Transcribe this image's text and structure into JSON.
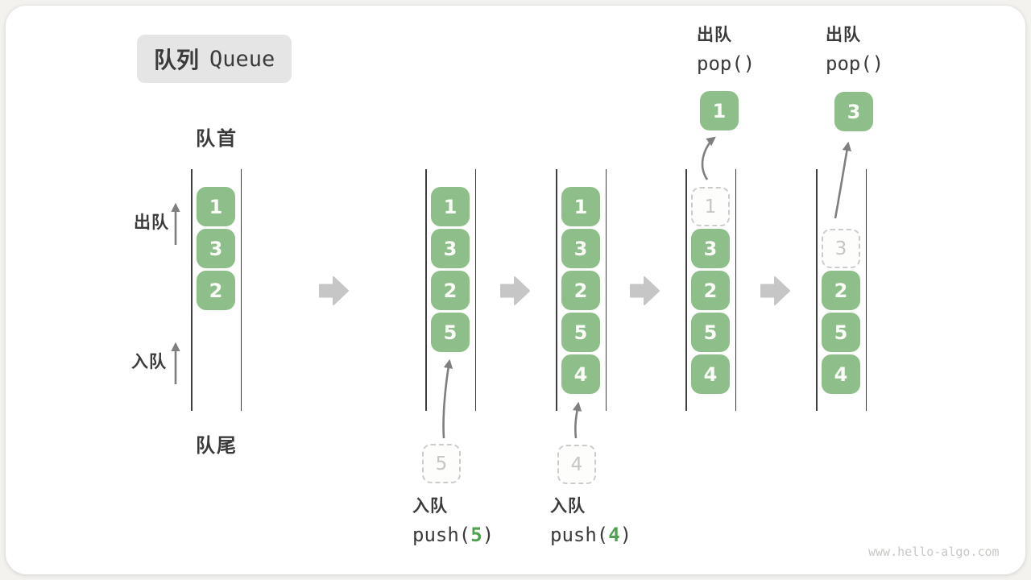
{
  "title": {
    "zh": "队列",
    "en": "Queue"
  },
  "labels": {
    "front": "队首",
    "rear": "队尾",
    "side_dequeue": "出队",
    "side_enqueue": "入队"
  },
  "queues": [
    {
      "name": "state-initial",
      "cells": [
        {
          "value": "1",
          "state": "filled"
        },
        {
          "value": "3",
          "state": "filled"
        },
        {
          "value": "2",
          "state": "filled"
        }
      ]
    },
    {
      "name": "state-push-5",
      "cells": [
        {
          "value": "1",
          "state": "filled"
        },
        {
          "value": "3",
          "state": "filled"
        },
        {
          "value": "2",
          "state": "filled"
        },
        {
          "value": "5",
          "state": "filled"
        }
      ],
      "pending": {
        "value": "5"
      },
      "operation": {
        "label": "入队",
        "code_prefix": "push(",
        "code_arg": "5",
        "code_suffix": ")"
      }
    },
    {
      "name": "state-push-4",
      "cells": [
        {
          "value": "1",
          "state": "filled"
        },
        {
          "value": "3",
          "state": "filled"
        },
        {
          "value": "2",
          "state": "filled"
        },
        {
          "value": "5",
          "state": "filled"
        },
        {
          "value": "4",
          "state": "filled"
        }
      ],
      "pending": {
        "value": "4"
      },
      "operation": {
        "label": "入队",
        "code_prefix": "push(",
        "code_arg": "4",
        "code_suffix": ")"
      }
    },
    {
      "name": "state-pop-1",
      "cells": [
        {
          "value": "1",
          "state": "ghost"
        },
        {
          "value": "3",
          "state": "filled"
        },
        {
          "value": "2",
          "state": "filled"
        },
        {
          "value": "5",
          "state": "filled"
        },
        {
          "value": "4",
          "state": "filled"
        }
      ],
      "popped": {
        "value": "1"
      },
      "operation": {
        "label": "出队",
        "code_prefix": "pop()",
        "code_arg": "",
        "code_suffix": ""
      }
    },
    {
      "name": "state-pop-3",
      "cells": [
        {
          "state": "empty"
        },
        {
          "value": "3",
          "state": "ghost"
        },
        {
          "value": "2",
          "state": "filled"
        },
        {
          "value": "5",
          "state": "filled"
        },
        {
          "value": "4",
          "state": "filled"
        }
      ],
      "popped": {
        "value": "3"
      },
      "operation": {
        "label": "出队",
        "code_prefix": "pop()",
        "code_arg": "",
        "code_suffix": ""
      }
    }
  ],
  "icons": {
    "flow_arrow": "right-block-arrow",
    "direction_arrow": "up-arrow"
  },
  "colors": {
    "page_bg": "#f3f2ef",
    "text": "#3b3b3b",
    "title_bg": "#e5e5e5",
    "green": "#8ebe8a",
    "accent_green": "#4fa14f",
    "ghost": "#c6c6c6",
    "ghost_border": "#cccccc",
    "line": "#3f3f3f",
    "arrow": "#7f7f7f",
    "block_arrow": "#c6c6c6",
    "watermark": "#c9c8c5"
  },
  "watermark": "www.hello-algo.com"
}
